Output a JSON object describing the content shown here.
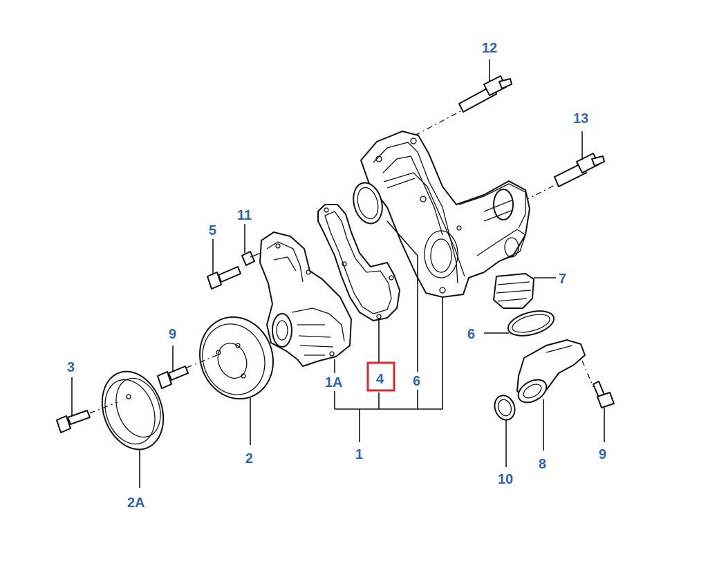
{
  "callouts": {
    "c1": "1",
    "c1a": "1A",
    "c2": "2",
    "c2a": "2A",
    "c3": "3",
    "c4": "4",
    "c5": "5",
    "c6a": "6",
    "c6b": "6",
    "c7": "7",
    "c8": "8",
    "c9a": "9",
    "c9b": "9",
    "c10": "10",
    "c11": "11",
    "c12": "12",
    "c13": "13"
  },
  "colors": {
    "callout_text": "#2a63b8",
    "highlight_box": "#e0262b",
    "line_art": "#111111"
  },
  "highlighted_part": "4"
}
